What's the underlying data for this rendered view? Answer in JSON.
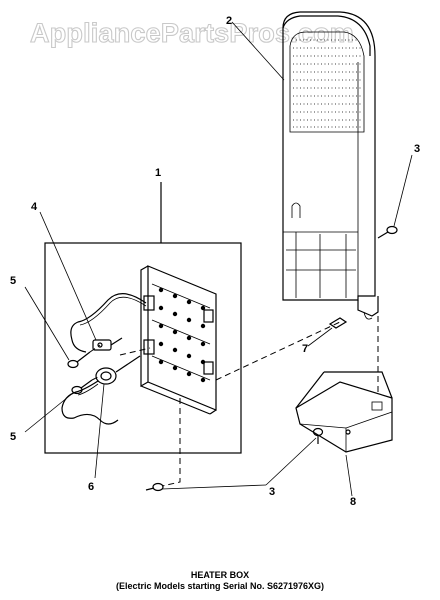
{
  "watermark": "AppliancePartsPros.com",
  "callouts": {
    "c1": "1",
    "c2": "2",
    "c3a": "3",
    "c3b": "3",
    "c4": "4",
    "c5a": "5",
    "c5b": "5",
    "c6": "6",
    "c7": "7",
    "c8": "8"
  },
  "caption": {
    "title": "HEATER BOX",
    "subtitle": "(Electric Models starting Serial No. S6271976XG)"
  }
}
